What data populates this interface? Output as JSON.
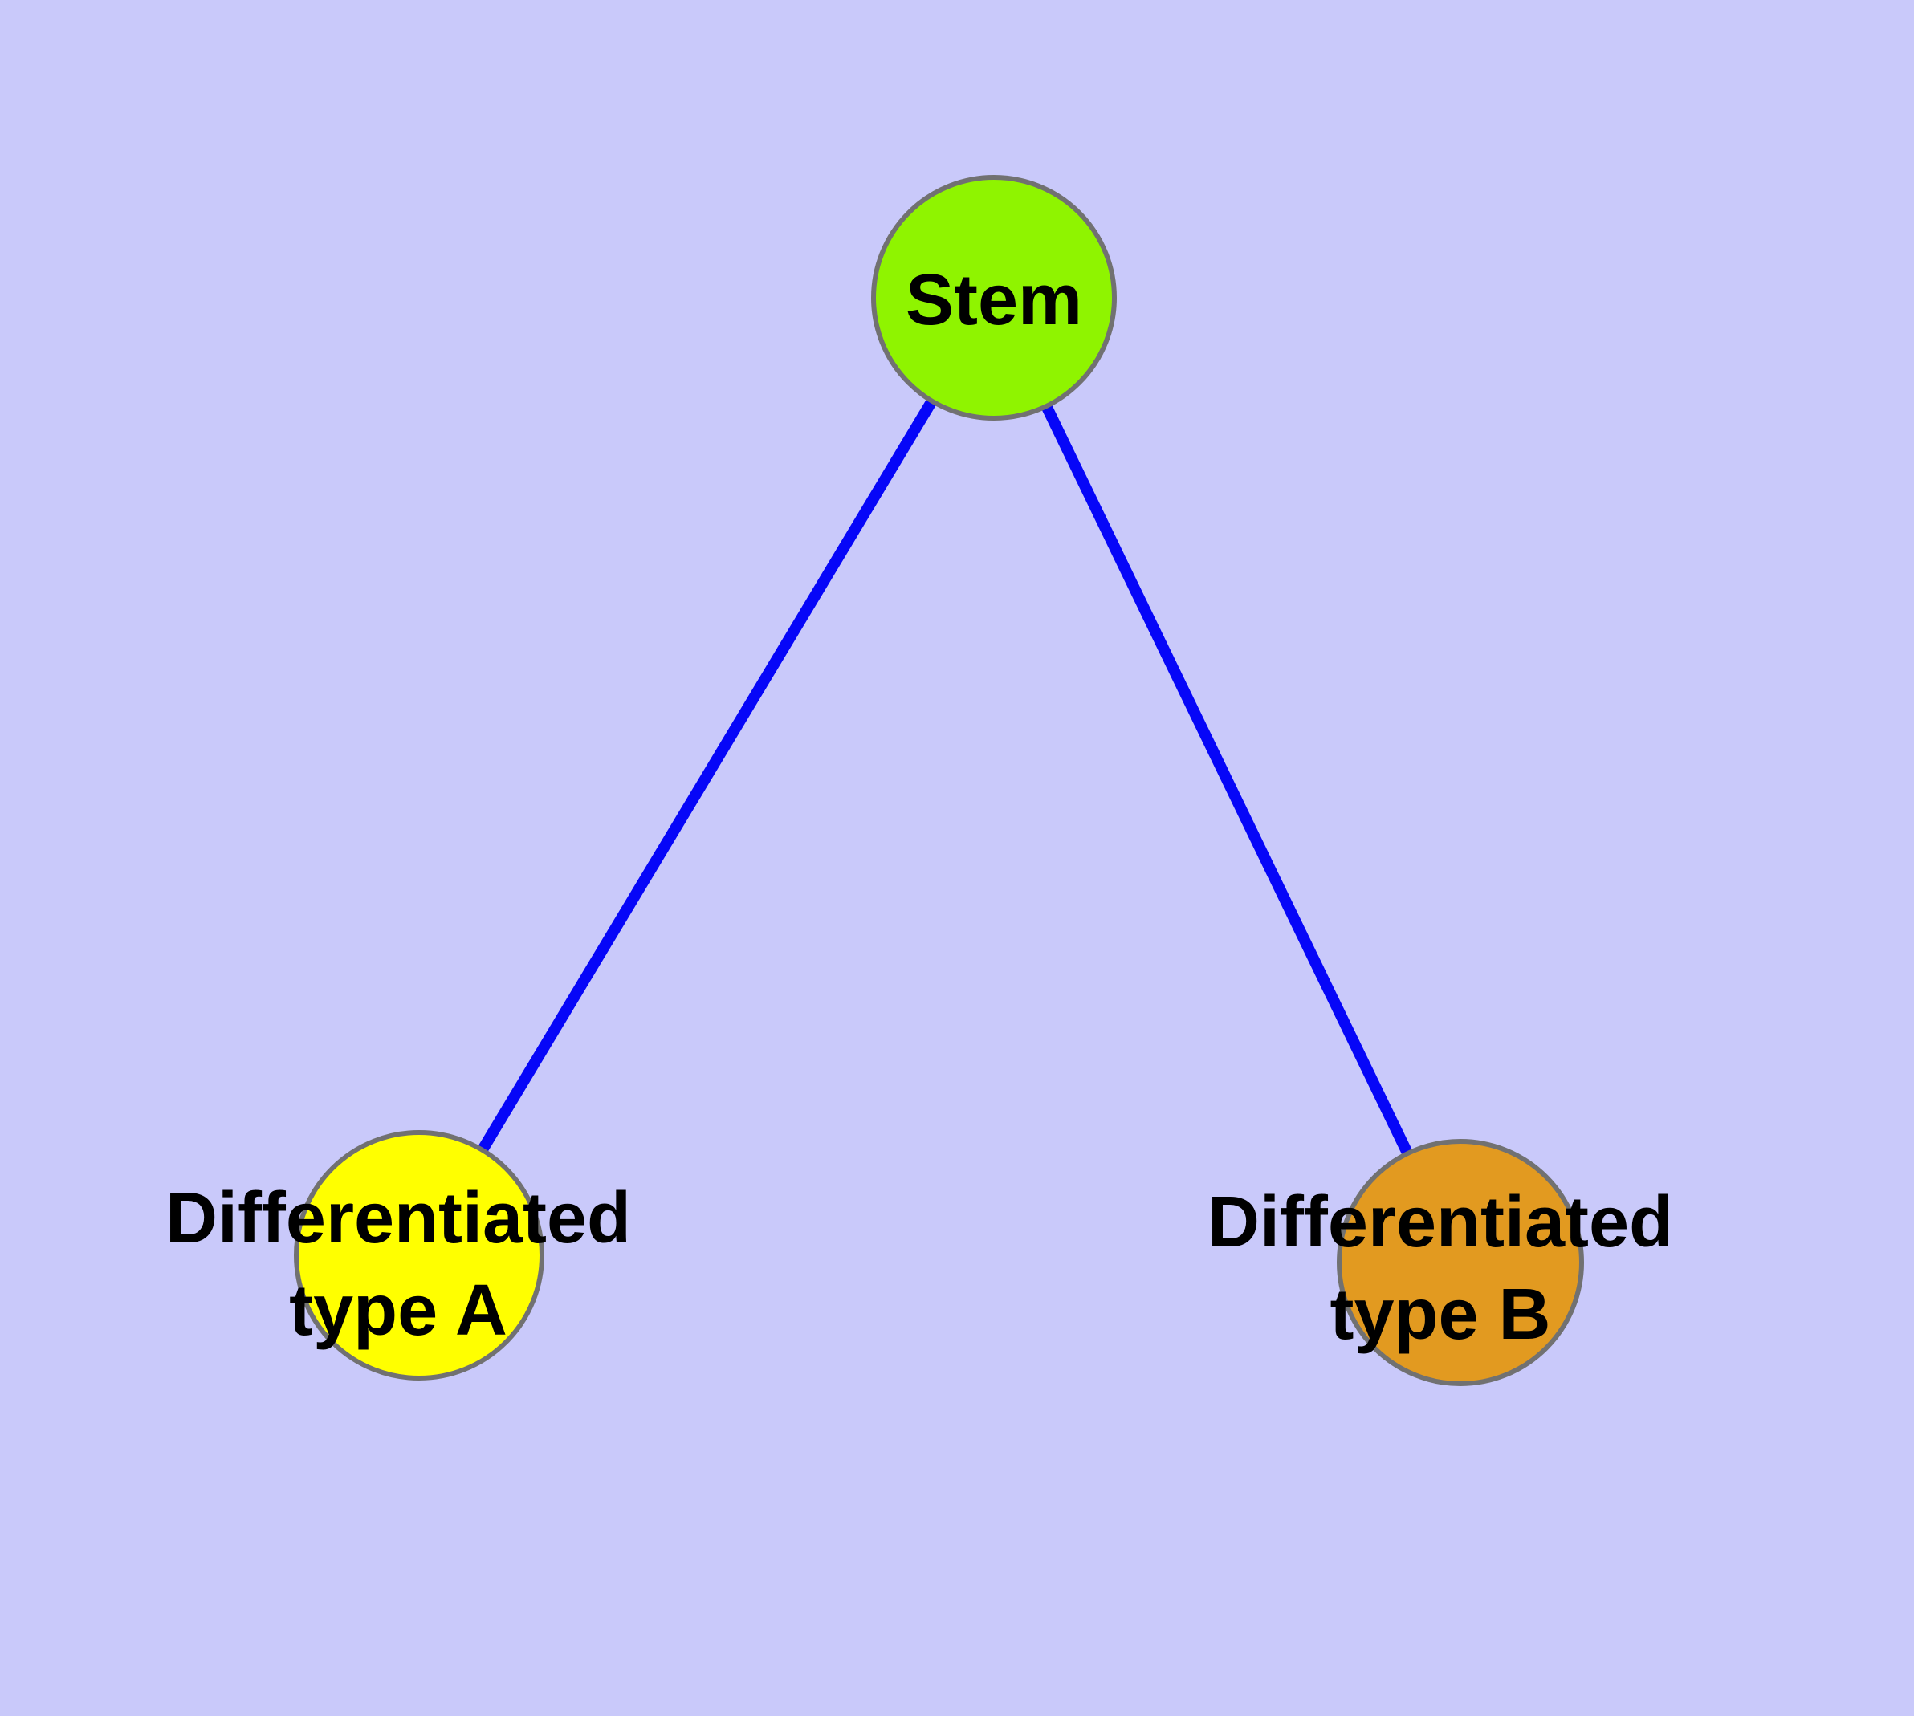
{
  "canvas": {
    "background_color": "#C9C9FA"
  },
  "graph": {
    "node_border_color": "#717171",
    "label_color": "#000000",
    "edge_color": "#0606F8",
    "nodes": {
      "stem": {
        "label": "Stem",
        "fill": "#8FF400"
      },
      "type_a": {
        "label_line1": "Differentiated",
        "label_line2": "type A",
        "fill": "#FFFF00"
      },
      "type_b": {
        "label_line1": "Differentiated",
        "label_line2": "type B",
        "fill": "#E29A20"
      }
    },
    "edges": [
      {
        "from": "Stem",
        "to": "Differentiated type A"
      },
      {
        "from": "Stem",
        "to": "Differentiated type B"
      }
    ]
  }
}
